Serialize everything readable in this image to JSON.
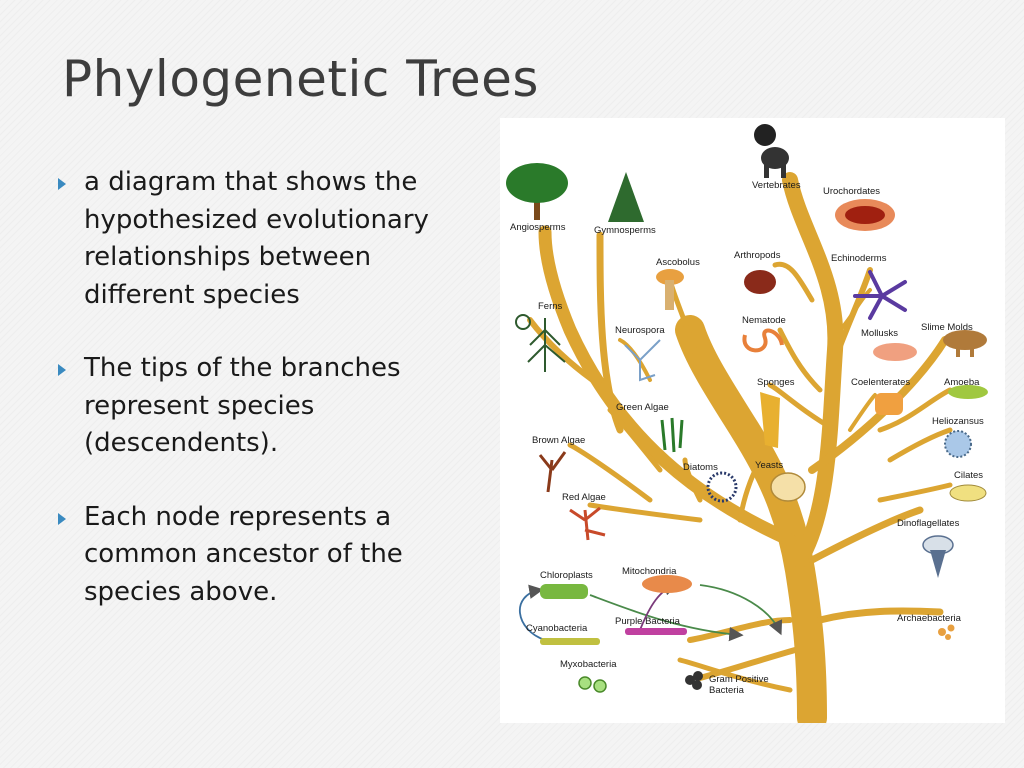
{
  "slide": {
    "title": "Phylogenetic Trees",
    "bullets": [
      "a diagram that shows the hypothesized evolutionary relationships between different species",
      "The tips of the branches represent species (descendents).",
      "Each node represents a common ancestor of the species above."
    ]
  },
  "tree": {
    "trunk_color": "#dca532",
    "labels": {
      "vertebrates": "Vertebrates",
      "urochordates": "Urochordates",
      "angiosperms": "Angiosperms",
      "gymnosperms": "Gymnosperms",
      "ascobolus": "Ascobolus",
      "arthropods": "Arthropods",
      "echinoderms": "Echinoderms",
      "ferns": "Ferns",
      "neurospora": "Neurospora",
      "nematode": "Nematode",
      "mollusks": "Mollusks",
      "slime_molds": "Slime Molds",
      "sponges": "Sponges",
      "coelenterates": "Coelenterates",
      "amoeba": "Amoeba",
      "green_algae": "Green Algae",
      "heliozansus": "Heliozansus",
      "brown_algae": "Brown Algae",
      "diatoms": "Diatoms",
      "yeasts": "Yeasts",
      "cilates": "Cilates",
      "red_algae": "Red Algae",
      "dinoflagellates": "Dinoflagellates",
      "chloroplasts": "Chloroplasts",
      "mitochondria": "Mitochondria",
      "cyanobacteria": "Cyanobacteria",
      "purple_bacteria": "Purple Bacteria",
      "archaebacteria": "Archaebacteria",
      "myxobacteria": "Myxobacteria",
      "gram_positive_1": "Gram Positive",
      "gram_positive_2": "Bacteria"
    }
  }
}
